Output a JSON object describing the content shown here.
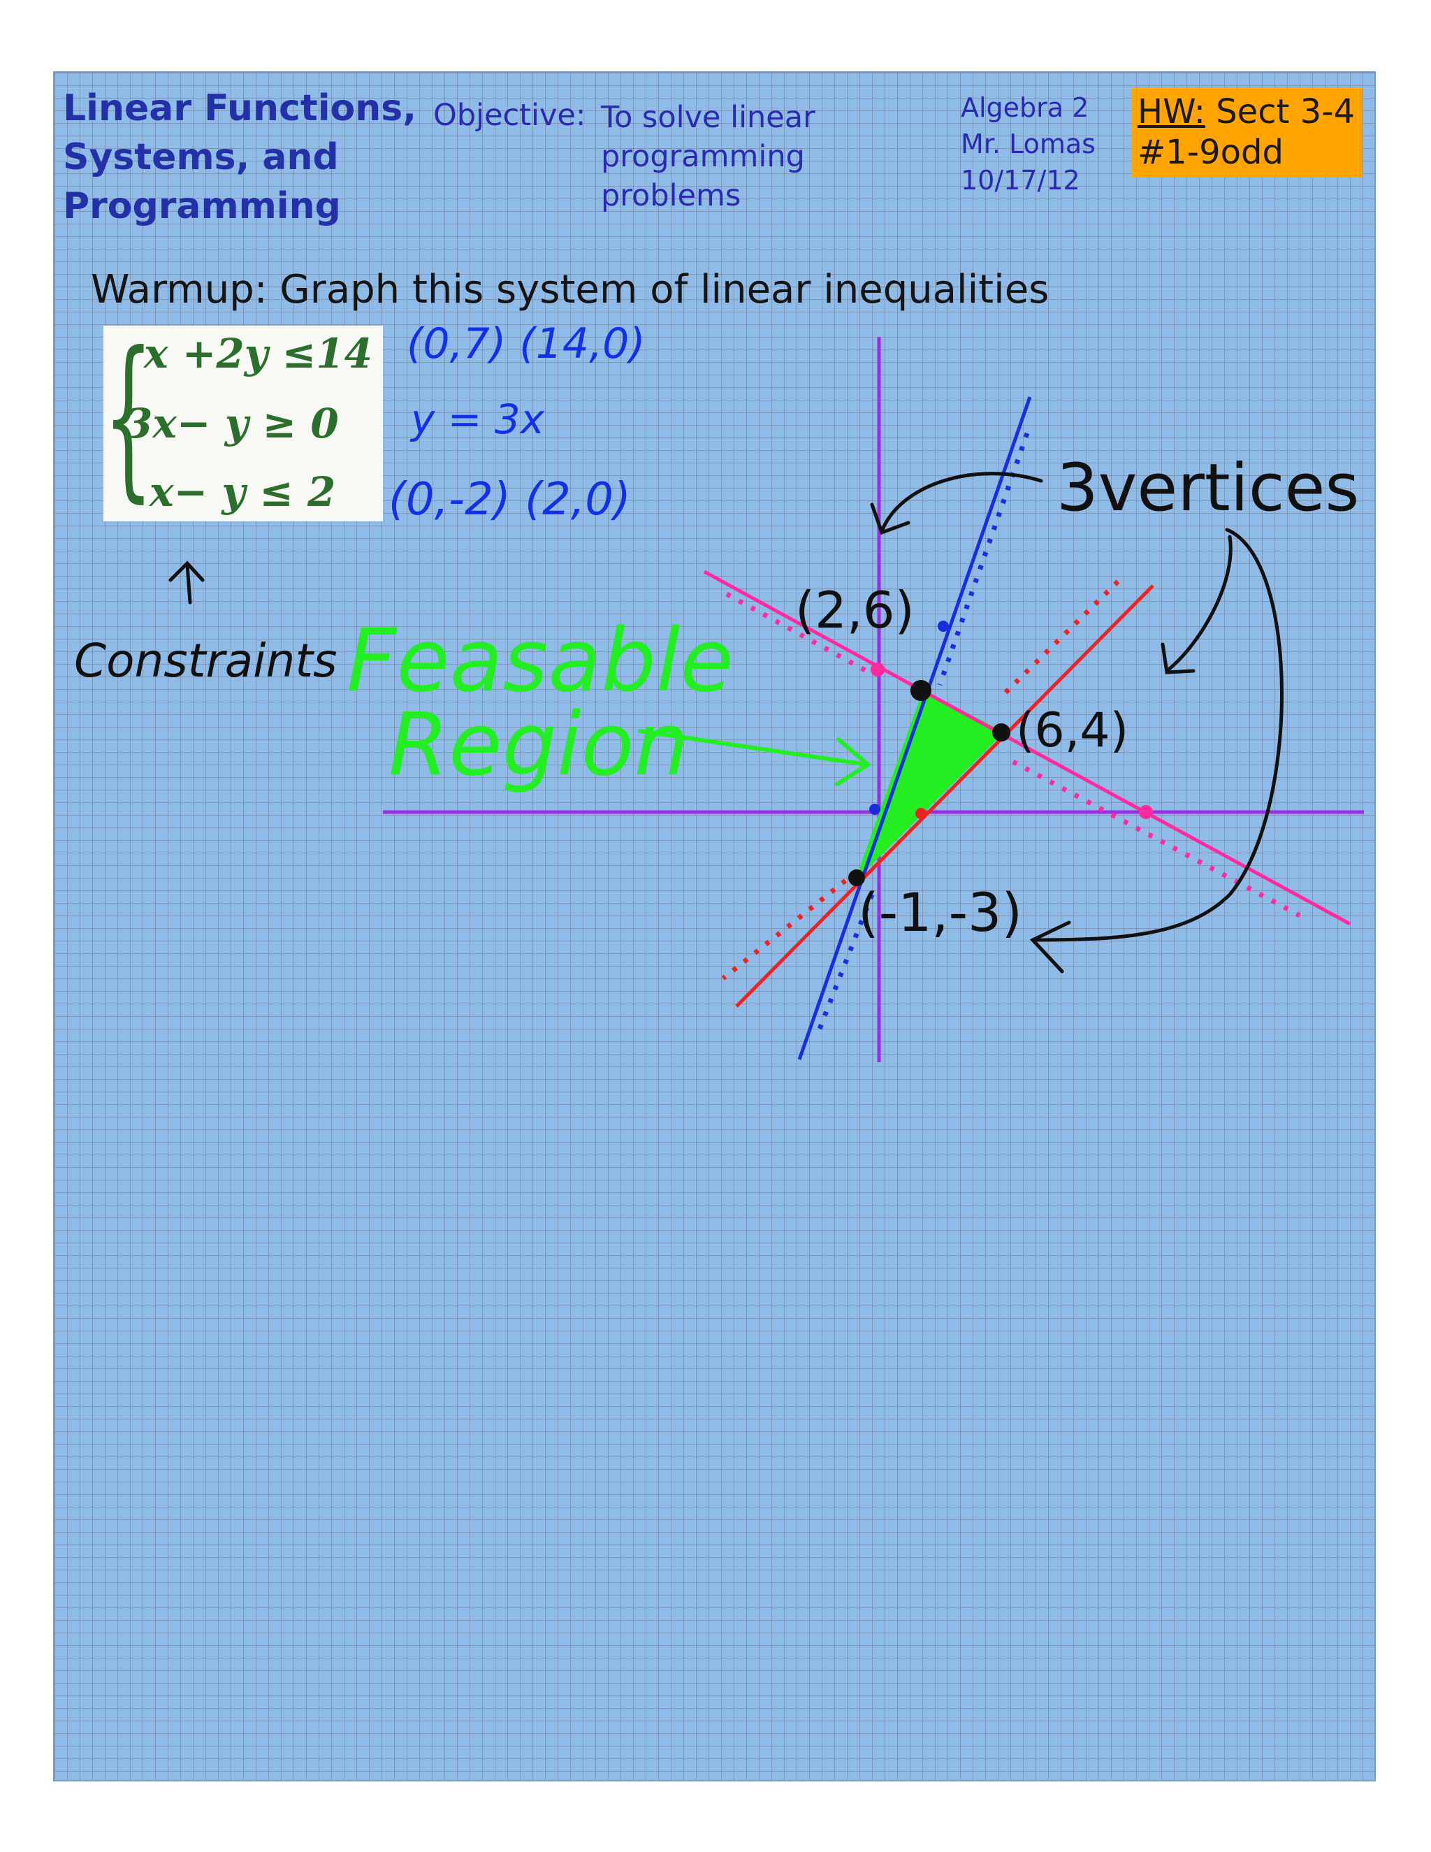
{
  "header": {
    "title_lines": [
      "Linear Functions,",
      "Systems, and",
      "Programming"
    ],
    "objective_label": "Objective:",
    "objective_lines": [
      "To solve linear",
      "programming",
      "problems"
    ],
    "course": "Algebra 2",
    "teacher": "Mr. Lomas",
    "date": "10/17/12",
    "homework": {
      "label": "HW:",
      "section": "Sect 3-4",
      "problems": "#1-9odd"
    }
  },
  "warmup": {
    "text": "Warmup: Graph this system of linear inequalities",
    "inequalities": [
      "x +2y ≤14",
      "3x−  y ≥ 0",
      "x−  y ≤ 2"
    ]
  },
  "annotations": {
    "intercepts_1": "(0,7) (14,0)",
    "line_2": "y = 3x",
    "intercepts_3": "(0,-2) (2,0)",
    "constraints": "Constraints",
    "feasible_1": "Feasable",
    "feasible_2": "Region",
    "vertices": "3vertices",
    "vertex_a": "(2,6)",
    "vertex_b": "(6,4)",
    "vertex_c": "(-1,-3)"
  },
  "colors": {
    "header_text": "#2a2ab0",
    "hw_highlight": "#ffa400",
    "equation_green": "#2c6e2c",
    "axes": "#9a2ee0",
    "line_x_plus_2y": "#ff2aa0",
    "line_3x": "#1a2ee0",
    "line_x_minus_y": "#ee2222",
    "feasible_fill": "#22ee22",
    "ink_blue": "#1230e8",
    "ink_green": "#22ee22",
    "ink_black": "#111111"
  }
}
